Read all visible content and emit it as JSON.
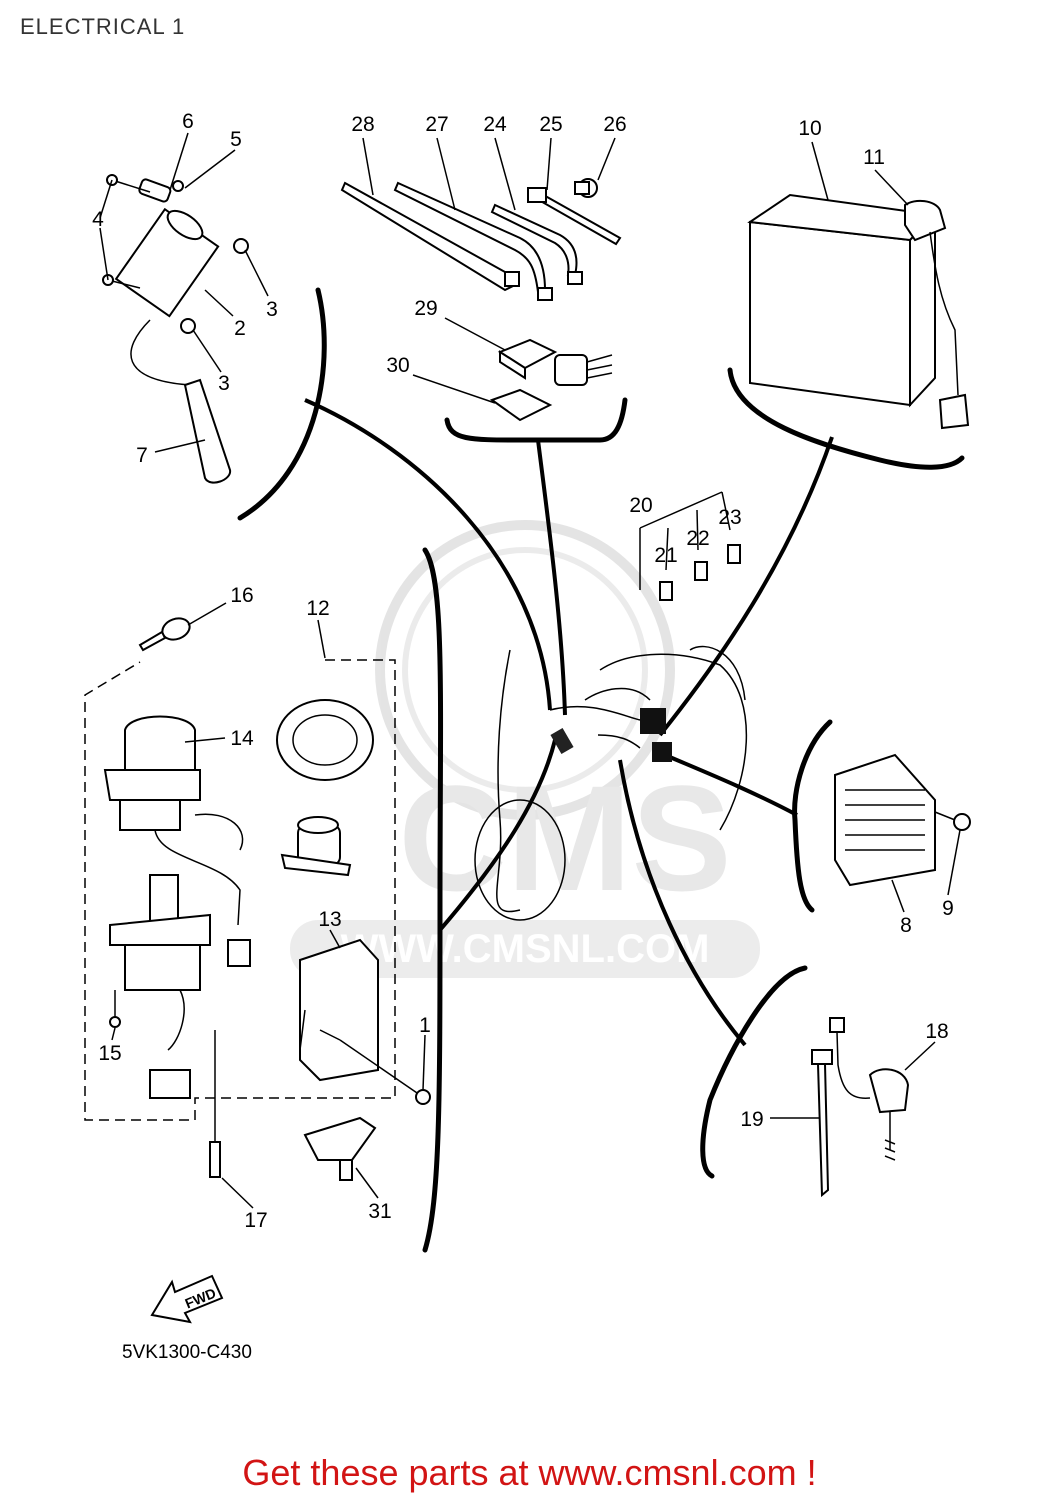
{
  "header": {
    "title": "ELECTRICAL 1"
  },
  "watermark": {
    "logo_text": "CMS",
    "url_text": "WWW.CMSNL.COM",
    "color": "#cfcfcf"
  },
  "diagram": {
    "code": "5VK1300-C430",
    "fwd_label": "FWD",
    "callouts": [
      "1",
      "2",
      "3",
      "3",
      "4",
      "5",
      "6",
      "7",
      "8",
      "9",
      "10",
      "11",
      "12",
      "13",
      "14",
      "15",
      "16",
      "17",
      "18",
      "19",
      "20",
      "21",
      "22",
      "23",
      "24",
      "25",
      "26",
      "27",
      "28",
      "29",
      "30",
      "31"
    ]
  },
  "footer": {
    "text": "Get these parts at www.cmsnl.com !",
    "color": "#d21414"
  }
}
